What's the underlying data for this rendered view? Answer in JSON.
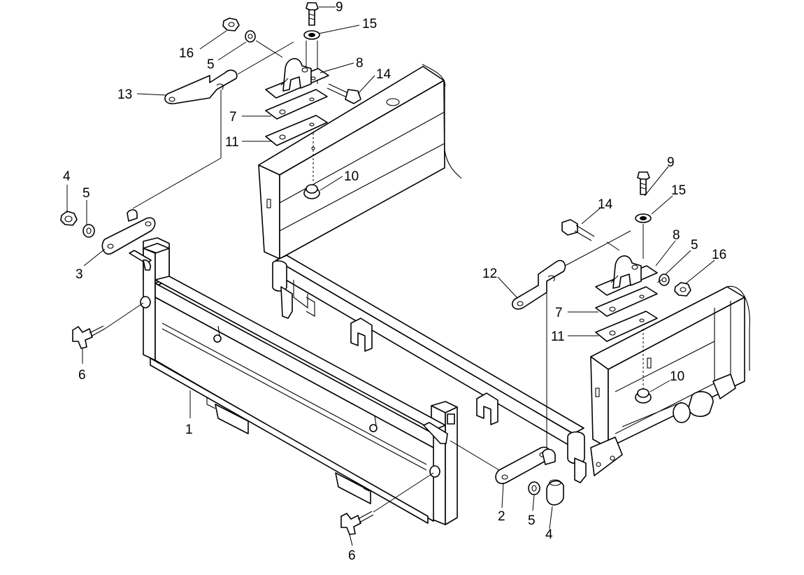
{
  "callouts": {
    "c1": "1",
    "c2": "2",
    "c3": "3",
    "c4a": "4",
    "c4b": "4",
    "c5a": "5",
    "c5b": "5",
    "c5c": "5",
    "c5d": "5",
    "c6a": "6",
    "c6b": "6",
    "c7a": "7",
    "c7b": "7",
    "c8a": "8",
    "c8b": "8",
    "c9a": "9",
    "c9b": "9",
    "c10a": "10",
    "c10b": "10",
    "c11a": "11",
    "c11b": "11",
    "c12": "12",
    "c13": "13",
    "c14a": "14",
    "c14b": "14",
    "c15a": "15",
    "c15b": "15",
    "c16a": "16",
    "c16b": "16"
  }
}
